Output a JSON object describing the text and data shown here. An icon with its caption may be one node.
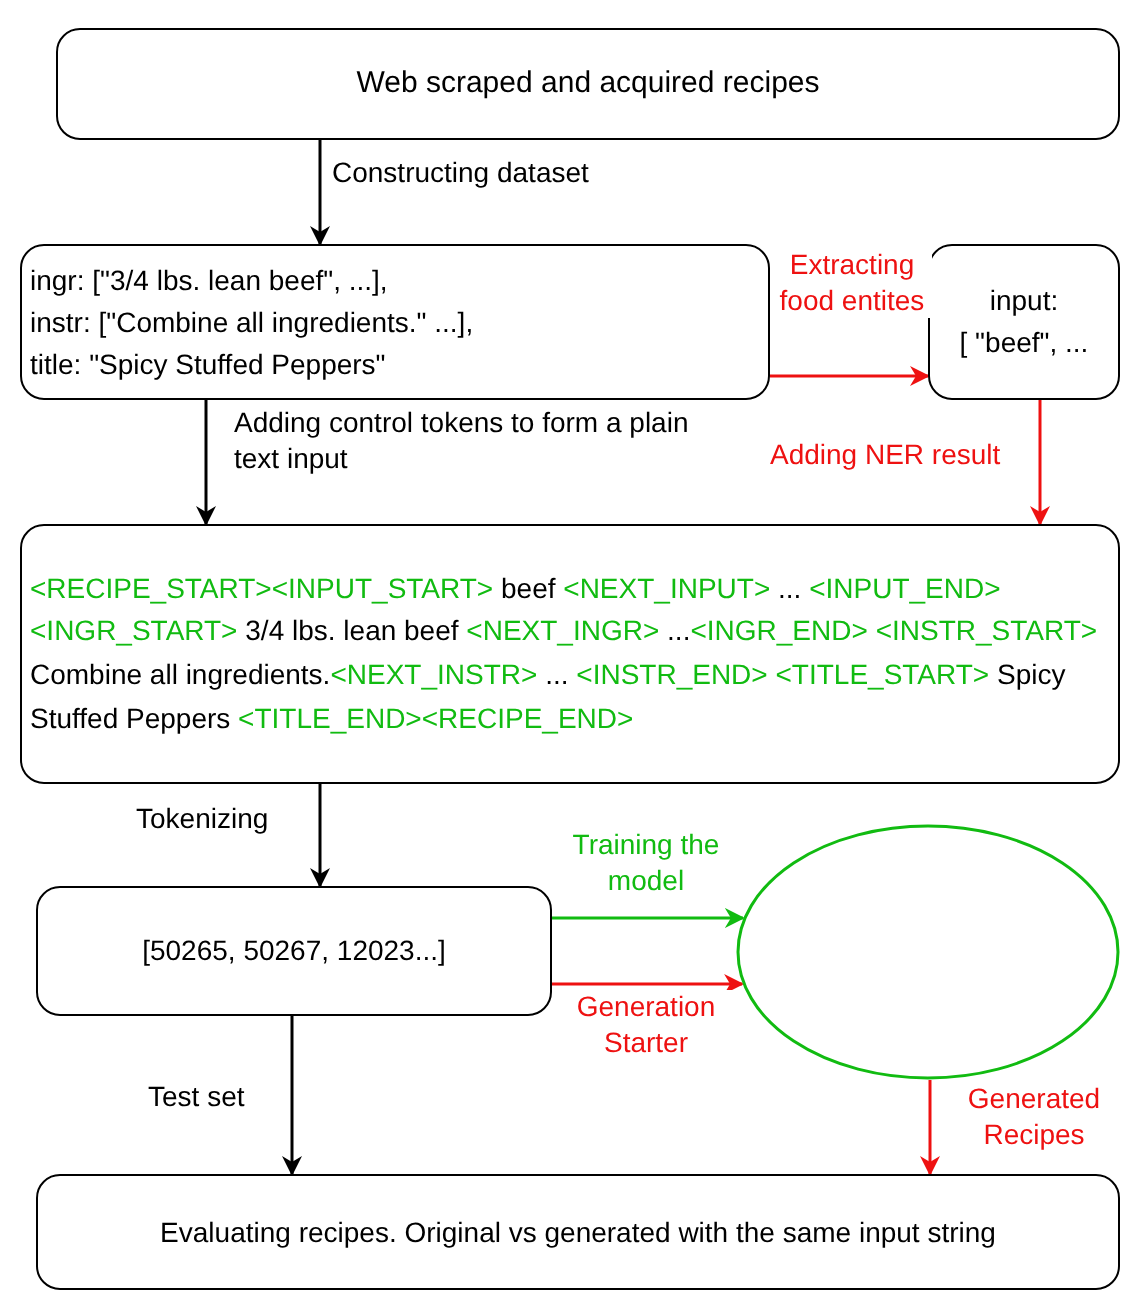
{
  "diagram": {
    "nodes": [
      {
        "text": [
          "Web scraped and acquired recipes"
        ]
      },
      {
        "text": [
          "ingr: [\"3/4 lbs. lean beef\", ...],",
          "instr: [\"Combine all ingredients.\" ...],",
          "title: \"Spicy Stuffed Peppers\""
        ]
      },
      {
        "text": [
          "input:",
          "[ \"beef\", ..."
        ]
      },
      {
        "text": [
          "<RECIPE_START><INPUT_START> beef <NEXT_INPUT> ... <INPUT_END> <INGR_START> 3/4 lbs. lean beef <NEXT_INGR> ...<INGR_END> <INSTR_START> Combine all ingredients.<NEXT_INSTR> ... <INSTR_END> <TITLE_START> Spicy Stuffed Peppers <TITLE_END><RECIPE_END>"
        ]
      },
      {
        "text": [
          "[50265, 50267, 12023...]"
        ]
      },
      {
        "text": [],
        "shape": "ellipse"
      },
      {
        "text": [
          "Evaluating recipes. Original vs generated with the same input string"
        ]
      }
    ],
    "edges": [
      {
        "from": 0,
        "to": 1,
        "arrow": "to",
        "label": "Constructing dataset"
      },
      {
        "from": 1,
        "to": 2,
        "arrow": "to",
        "label": "Extracting food entites",
        "color": "#ee1111"
      },
      {
        "from": 1,
        "to": 3,
        "arrow": "to",
        "label": "Adding control tokens to form a plain text input"
      },
      {
        "from": 2,
        "to": 3,
        "arrow": "to",
        "label": "Adding NER result",
        "color": "#ee1111"
      },
      {
        "from": 3,
        "to": 4,
        "arrow": "to",
        "label": "Tokenizing"
      },
      {
        "from": 4,
        "to": 5,
        "arrow": "to",
        "label": "Training the model",
        "color": "#11bb11"
      },
      {
        "from": 4,
        "to": 5,
        "arrow": "to",
        "label": "Generation Starter",
        "color": "#ee1111"
      },
      {
        "from": 4,
        "to": 6,
        "arrow": "to",
        "label": "Test set"
      },
      {
        "from": 5,
        "to": 6,
        "arrow": "to",
        "label": "Generated Recipes",
        "color": "#ee1111"
      }
    ]
  }
}
